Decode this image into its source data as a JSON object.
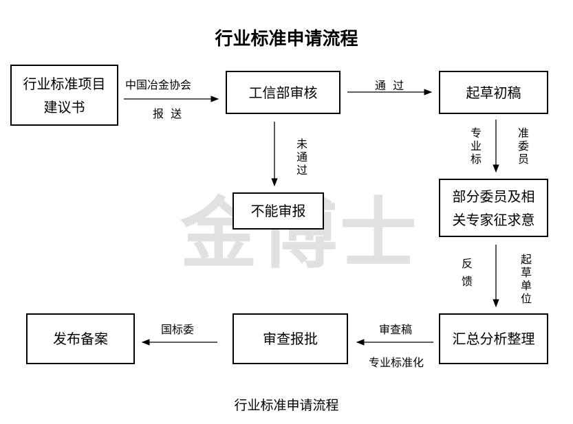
{
  "title": "行业标准申请流程",
  "caption": "行业标准申请流程",
  "watermark": "金博士",
  "boxes": {
    "proposal": [
      "行业标准项目",
      "建议书"
    ],
    "miit_review": "工信部审核",
    "drafting": "起草初稿",
    "reject": "不能审报",
    "consultation": [
      "部分委员及相",
      "关专家征求意"
    ],
    "summary": "汇总分析整理",
    "approval": "审查报批",
    "publish": "发布备案"
  },
  "labels": {
    "submit_top": "中国冶金协会",
    "submit_bottom": "报  送",
    "pass": "通  过",
    "fail": "未通过",
    "committee_left": "专业标",
    "committee_right": "准委员",
    "feedback_left": "反馈",
    "feedback_right": "起草单位",
    "review_draft": "审查稿",
    "standardization": "专业标准化",
    "national_committee": "国标委"
  }
}
